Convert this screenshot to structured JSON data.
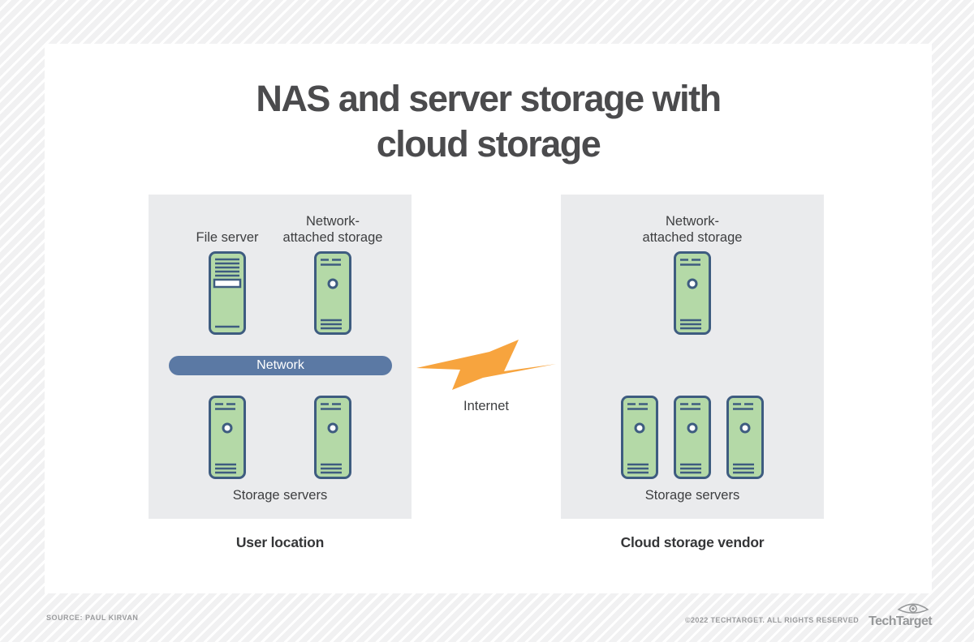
{
  "title": "NAS and server storage with\ncloud storage",
  "colors": {
    "server_fill": "#b4d9a7",
    "server_stroke": "#3e5c80",
    "network_bar": "#5b79a4",
    "bolt": "#f7a43e",
    "panel_bg": "#eaebed",
    "title_text": "#4b4b4d"
  },
  "user_location": {
    "caption": "User location",
    "file_server_label": "File server",
    "nas_label": "Network-\nattached storage",
    "network_label": "Network",
    "storage_servers_label": "Storage servers"
  },
  "cloud_vendor": {
    "caption": "Cloud storage vendor",
    "nas_label": "Network-\nattached storage",
    "storage_servers_label": "Storage servers"
  },
  "internet_label": "Internet",
  "footer": {
    "source": "SOURCE: PAUL KIRVAN",
    "copyright": "©2022 TECHTARGET. ALL RIGHTS RESERVED",
    "brand": "TechTarget"
  }
}
